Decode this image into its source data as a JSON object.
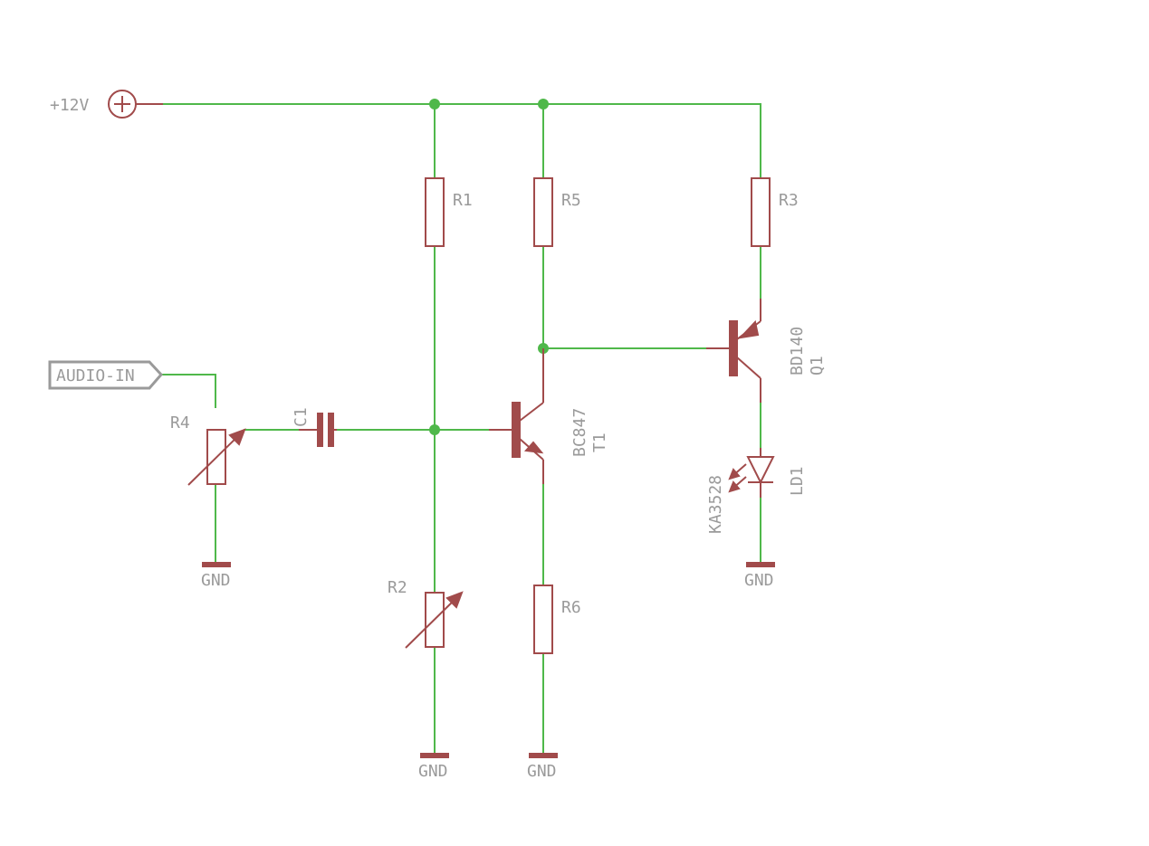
{
  "supply": {
    "label": "+12V"
  },
  "input_port": {
    "label": "AUDIO-IN"
  },
  "components": {
    "r1": "R1",
    "r2": "R2",
    "r3": "R3",
    "r4": "R4",
    "r5": "R5",
    "r6": "R6",
    "c1": "C1",
    "t1_value": "BC847",
    "t1_name": "T1",
    "q1_value": "BD140",
    "q1_name": "Q1",
    "ld1_value": "KA3528",
    "ld1_name": "LD1"
  },
  "ground_label": "GND",
  "colors": {
    "wire": "#4fb84a",
    "component": "#a14b4b",
    "label": "#9a9a9a"
  }
}
